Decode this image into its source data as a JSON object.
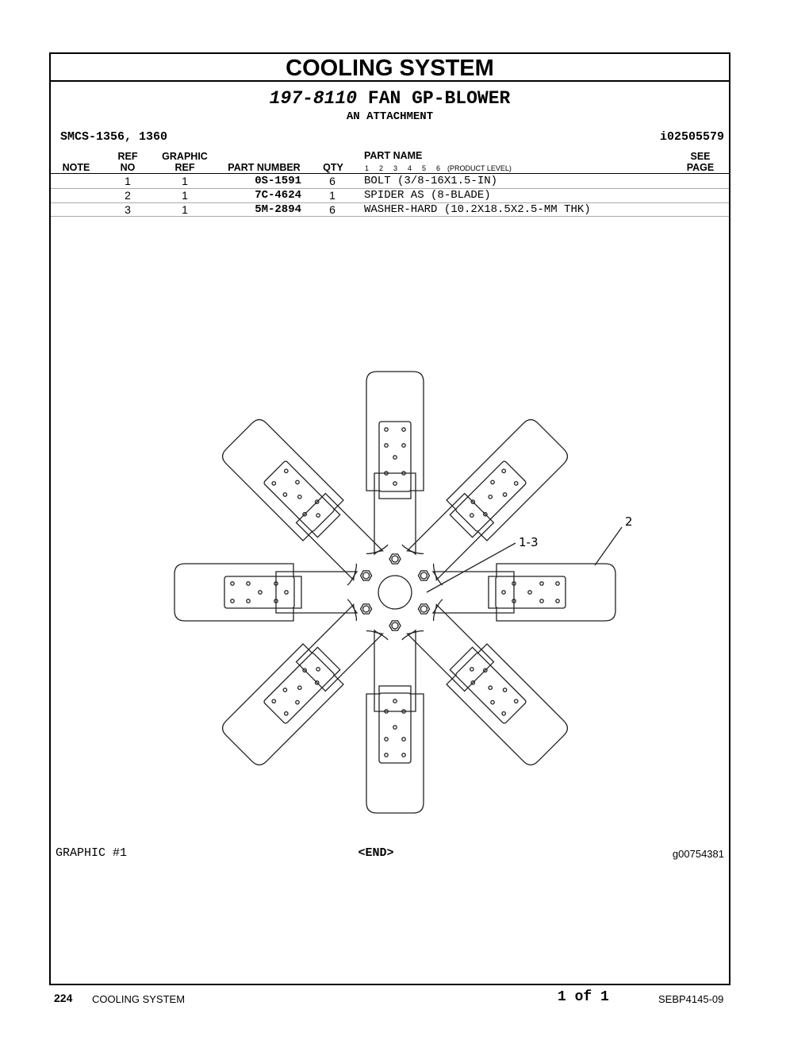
{
  "section_title": "COOLING SYSTEM",
  "group": {
    "number": "197-8110",
    "name": "FAN GP-BLOWER",
    "subtitle": "AN ATTACHMENT"
  },
  "smcs": "SMCS-1356, 1360",
  "doc_id": "i02505579",
  "table": {
    "headers": {
      "note": "NOTE",
      "ref_top": "REF",
      "ref_bottom": "NO",
      "graphic_top": "GRAPHIC",
      "graphic_bottom": "REF",
      "part_number": "PART NUMBER",
      "qty": "QTY",
      "part_name": "PART NAME",
      "levels": [
        "1",
        "2",
        "3",
        "4",
        "5",
        "6"
      ],
      "product_level": "(PRODUCT LEVEL)",
      "see_top": "SEE",
      "see_bottom": "PAGE"
    },
    "rows": [
      {
        "ref": "1",
        "graphic": "1",
        "part_number": "0S-1591",
        "qty": "6",
        "name": "BOLT (3/8-16X1.5-IN)"
      },
      {
        "ref": "2",
        "graphic": "1",
        "part_number": "7C-4624",
        "qty": "1",
        "name": "SPIDER AS (8-BLADE)"
      },
      {
        "ref": "3",
        "graphic": "1",
        "part_number": "5M-2894",
        "qty": "6",
        "name": "WASHER-HARD (10.2X18.5X2.5-MM THK)"
      }
    ]
  },
  "illustration": {
    "callouts": [
      "2",
      "1-3"
    ]
  },
  "graphic_label": "GRAPHIC #1",
  "end_marker": "<END>",
  "graphic_id": "g00754381",
  "footer": {
    "page_number": "224",
    "section": "COOLING SYSTEM",
    "page_of": "1 of 1",
    "doc_number": "SEBP4145-09"
  }
}
